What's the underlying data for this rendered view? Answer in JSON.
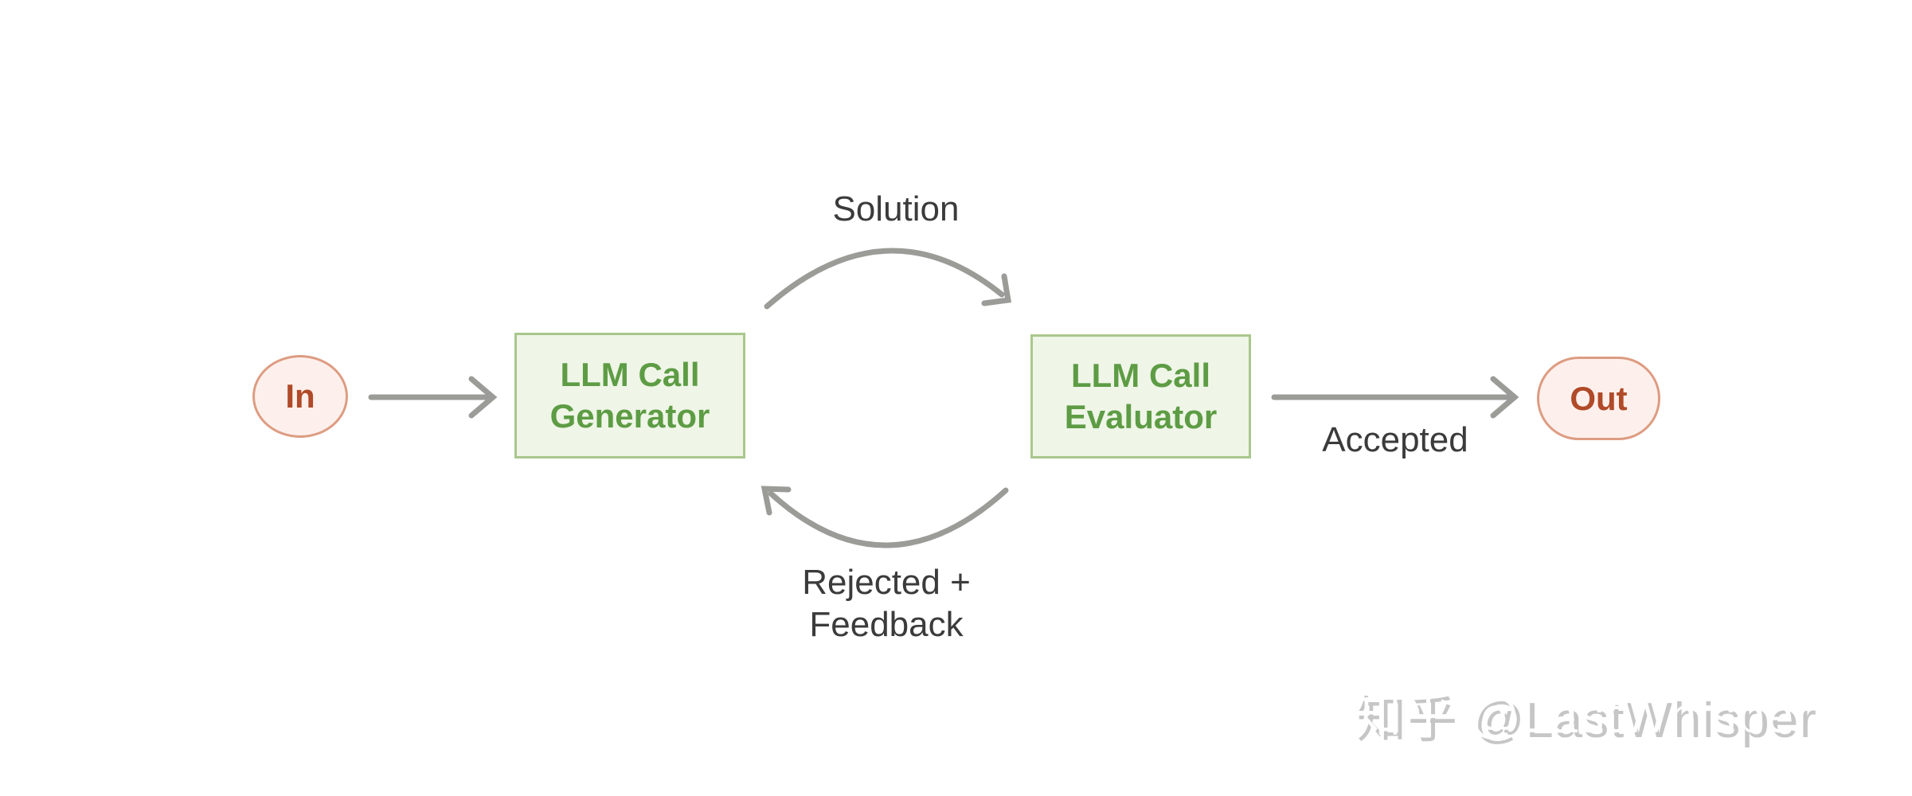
{
  "diagram": {
    "nodes": {
      "input": {
        "label": "In"
      },
      "generator": {
        "lines": [
          "LLM Call",
          "Generator"
        ]
      },
      "evaluator": {
        "lines": [
          "LLM Call",
          "Evaluator"
        ]
      },
      "output": {
        "label": "Out"
      }
    },
    "edges": {
      "solution": {
        "label": "Solution"
      },
      "accepted": {
        "label": "Accepted"
      },
      "rejected": {
        "lines": [
          "Rejected +",
          "Feedback"
        ]
      }
    }
  },
  "watermark": {
    "text": "知乎 @LastWhisper"
  },
  "colors": {
    "background": "#ffffff",
    "arrow": "#9b9b98",
    "edge_label_text": "#3b3b3b",
    "green_node_fill": "#eff5e7",
    "green_node_border": "#a9c78c",
    "green_node_text": "#5d9c44",
    "pink_node_fill": "#fdf0ec",
    "pink_node_border": "#dd9c82",
    "pink_node_text": "#b04a28",
    "watermark_gray": "#c6c6c6"
  }
}
